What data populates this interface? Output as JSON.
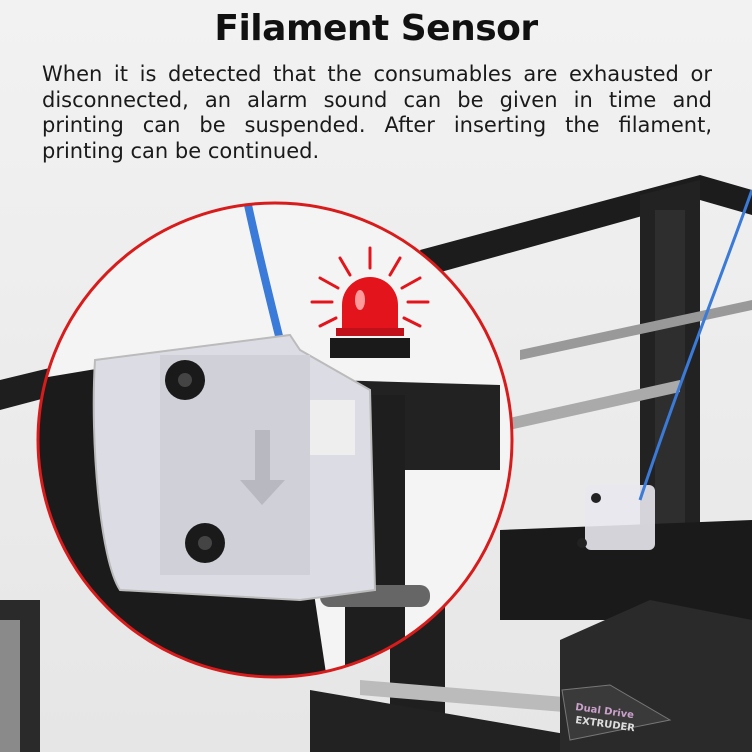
{
  "title": "Filament Sensor",
  "description": "When it is detected that the consumables are exhausted or disconnected, an alarm sound can be given in time and printing can be suspended. After inserting the filament, printing can be continued.",
  "extruder_label": [
    "Dual Drive",
    "EXTRUDER"
  ],
  "colors": {
    "alarm": "#e3141b",
    "filament": "#3a7ad8",
    "frame": "#1c1c1c",
    "circle_border": "#d81b1b"
  }
}
